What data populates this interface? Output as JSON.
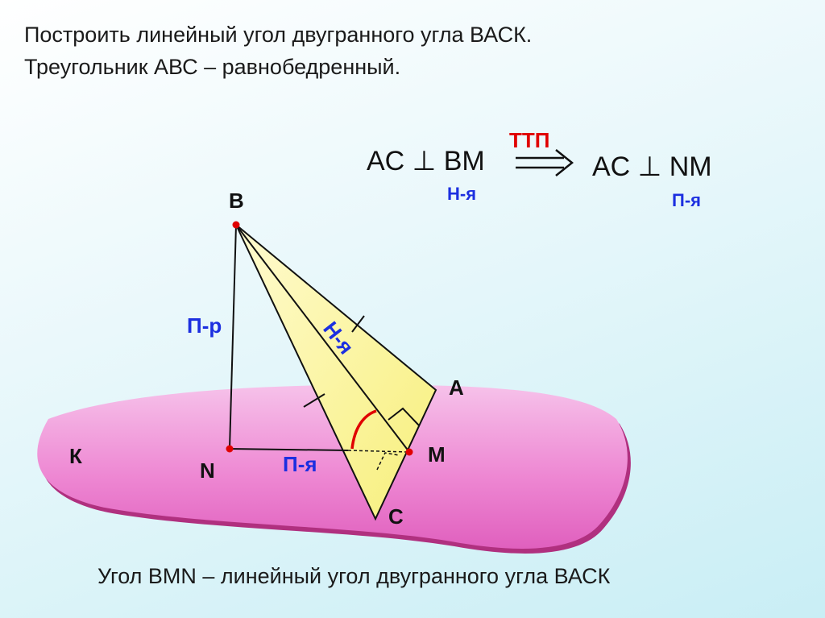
{
  "title": {
    "line1": "Построить линейный угол двугранного угла ВАСК.",
    "line2": "Треугольник АВС – равнобедренный."
  },
  "formula": {
    "left": "AC ⊥ BM",
    "left_note": "Н-я",
    "arrow_label": "ТТП",
    "right": "AC ⊥ NM",
    "right_note": "П-я"
  },
  "points": {
    "B": "В",
    "A": "А",
    "M": "М",
    "N": "N",
    "C": "С",
    "K": "К"
  },
  "segment_labels": {
    "BN": "П-р",
    "BM": "Н-я",
    "NM": "П-я"
  },
  "footer": "Угол BMN – линейный угол двугранного угла ВАСК",
  "colors": {
    "plane": "#ef8fd6",
    "plane_shadow": "#b0307f",
    "triangle": "#fbf59a",
    "blue_label": "#1c2fe0",
    "red_label": "#e00000",
    "point": "#e00000"
  }
}
